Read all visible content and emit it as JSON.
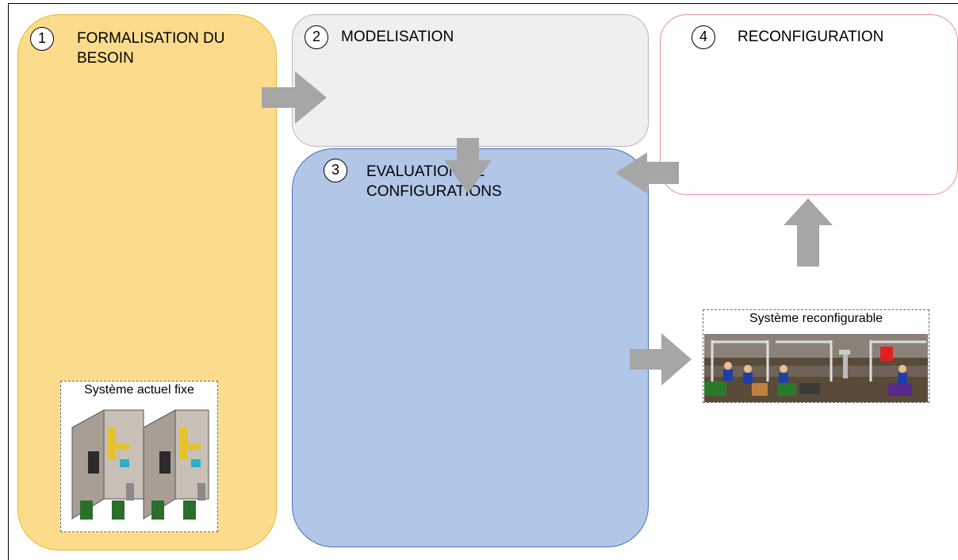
{
  "steps": [
    {
      "number": "1",
      "title": "FORMALISATION DU\nBESOIN",
      "color": "#fcdc8c"
    },
    {
      "number": "2",
      "title": "MODELISATION",
      "color": "#efefef"
    },
    {
      "number": "3",
      "title": "EVALUATION DE\nCONFIGURATIONS",
      "color": "#b2c6e8"
    },
    {
      "number": "4",
      "title": "RECONFIGURATION",
      "color": "#ffffff"
    }
  ],
  "images": {
    "current_system": {
      "caption": "Système actuel fixe"
    },
    "reconfigurable_system": {
      "caption": "Système reconfigurable"
    }
  },
  "arrow_color": "#a6a6a6"
}
